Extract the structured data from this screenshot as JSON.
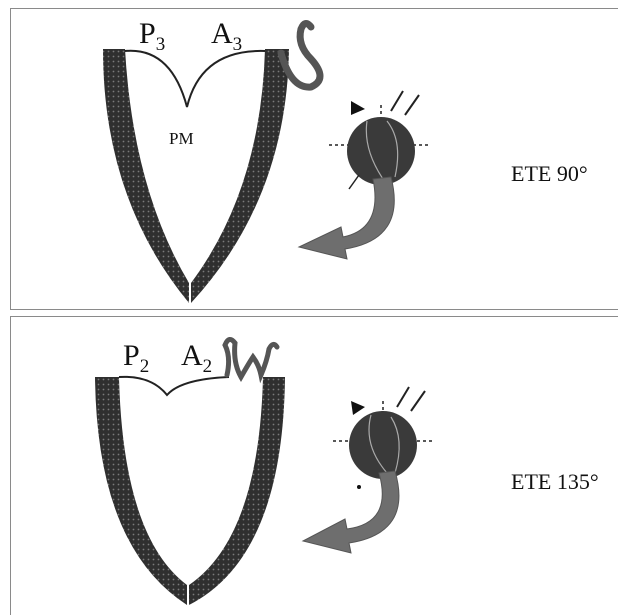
{
  "panels": [
    {
      "leaflet_posterior": {
        "letter": "P",
        "segment": "3"
      },
      "leaflet_anterior": {
        "letter": "A",
        "segment": "3"
      },
      "structure_label": "PM",
      "view_label": "ETE 90°"
    },
    {
      "leaflet_posterior": {
        "letter": "P",
        "segment": "2"
      },
      "leaflet_anterior": {
        "letter": "A",
        "segment": "2"
      },
      "view_label": "ETE 135°"
    }
  ],
  "colors": {
    "wall": "#2f2f2f",
    "probe_disc": "#3a3a3a",
    "arrow": "#6e6e6e",
    "border": "#8a8a8a"
  }
}
